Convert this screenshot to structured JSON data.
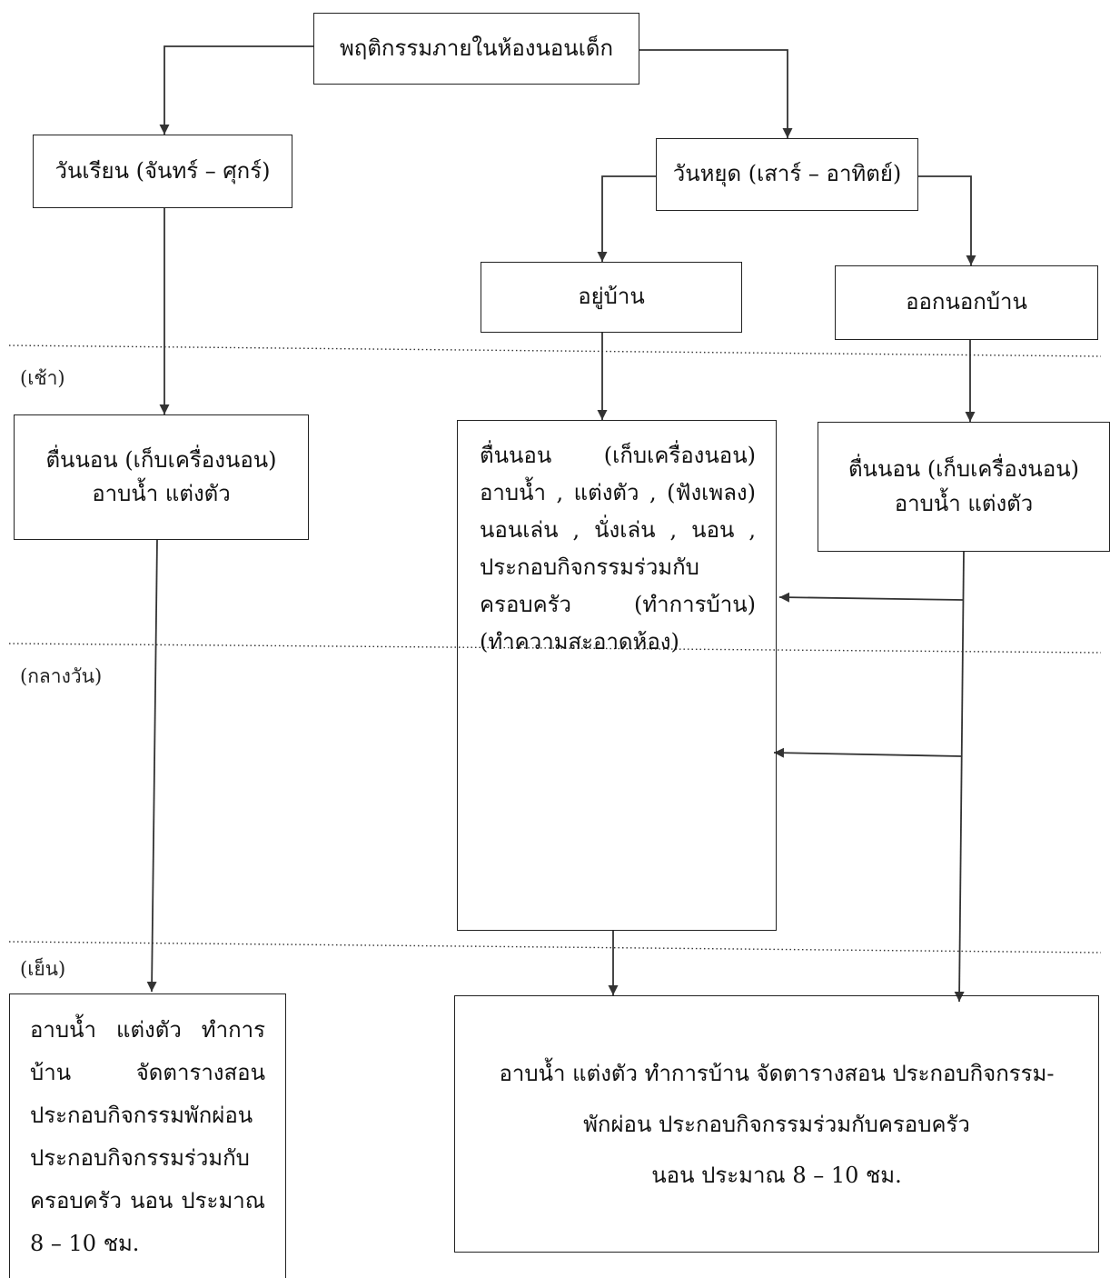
{
  "root": {
    "label": "พฤติกรรมภายในห้องนอนเด็ก"
  },
  "school_day": {
    "label": "วันเรียน (จันทร์ – ศุกร์)",
    "morning": [
      "ตื่นนอน (เก็บเครื่องนอน)",
      "อาบน้ำ แต่งตัว"
    ],
    "evening": "อาบน้ำ แต่งตัว ทำการบ้าน จัดตารางสอน ประกอบกิจกรรมพักผ่อน ประกอบกิจกรรมร่วมกับครอบครัว นอน ประมาณ 8 – 10 ชม."
  },
  "weekend": {
    "label": "วันหยุด (เสาร์ – อาทิตย์)",
    "home": {
      "label": "อยู่บ้าน",
      "activities": "ตื่นนอน (เก็บเครื่องนอน) อาบน้ำ , แต่งตัว , (ฟังเพลง) นอนเล่น , นั่งเล่น , นอน , ประกอบกิจกรรมร่วมกับครอบครัว (ทำการบ้าน) (ทำความสะอาดห้อง)"
    },
    "outside": {
      "label": "ออกนอกบ้าน",
      "morning": [
        "ตื่นนอน (เก็บเครื่องนอน)",
        "อาบน้ำ แต่งตัว"
      ]
    },
    "evening": [
      "อาบน้ำ แต่งตัว ทำการบ้าน จัดตารางสอน ประกอบกิจกรรม-",
      "พักผ่อน ประกอบกิจกรรมร่วมกับครอบครัว",
      "นอน ประมาณ 8 – 10 ชม."
    ]
  },
  "periods": {
    "morning": "(เช้า)",
    "afternoon": "(กลางวัน)",
    "evening": "(เย็น)"
  }
}
